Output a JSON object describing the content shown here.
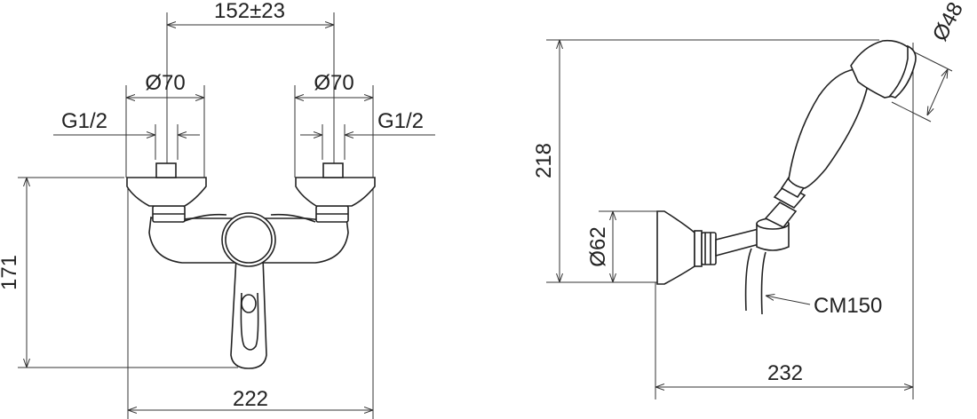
{
  "colors": {
    "line": "#222222",
    "background": "#ffffff"
  },
  "dimensions": {
    "center_distance": "152±23",
    "flange_left": "Ø70",
    "flange_right": "Ø70",
    "thread_left": "G1/2",
    "thread_right": "G1/2",
    "height_mixer": "171",
    "width_mixer": "222",
    "height_shower": "218",
    "bracket_diameter": "Ø62",
    "head_diameter": "Ø48",
    "hose": "CM150",
    "width_shower": "232"
  }
}
